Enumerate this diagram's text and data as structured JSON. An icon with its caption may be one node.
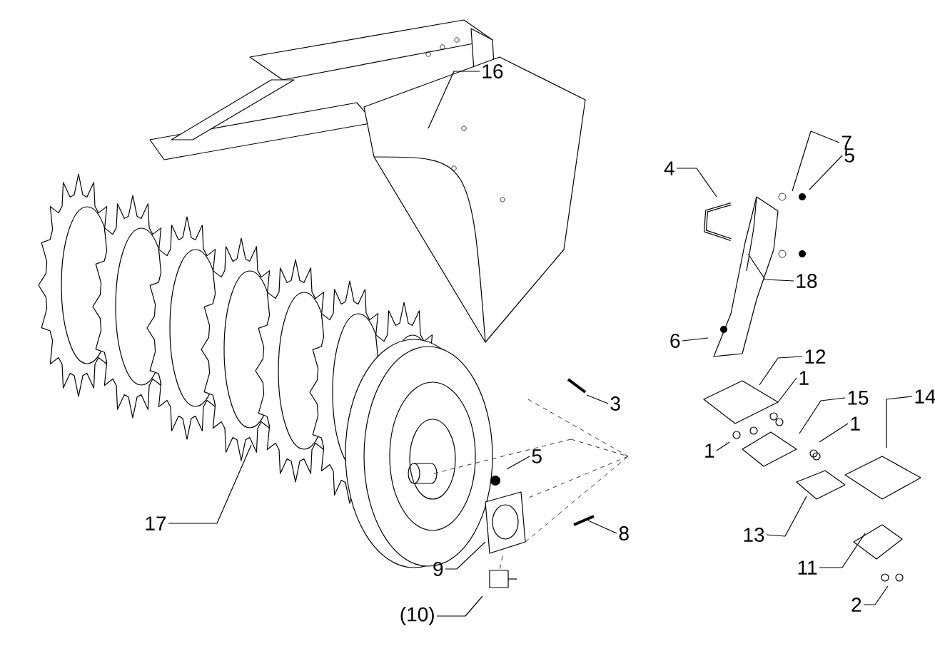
{
  "diagram": {
    "nodes": [
      {
        "text": [
          "16"
        ]
      },
      {
        "text": [
          "7"
        ]
      },
      {
        "text": [
          "4"
        ]
      },
      {
        "text": [
          "5"
        ]
      },
      {
        "text": [
          "18"
        ]
      },
      {
        "text": [
          "6"
        ]
      },
      {
        "text": [
          "12"
        ]
      },
      {
        "text": [
          "1"
        ]
      },
      {
        "text": [
          "15"
        ]
      },
      {
        "text": [
          "14"
        ]
      },
      {
        "text": [
          "1"
        ]
      },
      {
        "text": [
          "1"
        ]
      },
      {
        "text": [
          "3"
        ]
      },
      {
        "text": [
          "5"
        ]
      },
      {
        "text": [
          "17"
        ]
      },
      {
        "text": [
          "8"
        ]
      },
      {
        "text": [
          "13"
        ]
      },
      {
        "text": [
          "9"
        ]
      },
      {
        "text": [
          "11"
        ]
      },
      {
        "text": [
          "(10)"
        ]
      },
      {
        "text": [
          "2"
        ]
      }
    ],
    "edges": [
      {
        "from": 0,
        "to": null,
        "arrow": "none"
      },
      {
        "from": 1,
        "to": null,
        "arrow": "none"
      },
      {
        "from": 2,
        "to": null,
        "arrow": "none"
      },
      {
        "from": 3,
        "to": null,
        "arrow": "none"
      },
      {
        "from": 4,
        "to": null,
        "arrow": "none"
      },
      {
        "from": 5,
        "to": null,
        "arrow": "none"
      },
      {
        "from": 6,
        "to": null,
        "arrow": "none"
      },
      {
        "from": 7,
        "to": null,
        "arrow": "none"
      },
      {
        "from": 8,
        "to": null,
        "arrow": "none"
      },
      {
        "from": 9,
        "to": null,
        "arrow": "none"
      },
      {
        "from": 10,
        "to": null,
        "arrow": "none"
      },
      {
        "from": 11,
        "to": null,
        "arrow": "none"
      },
      {
        "from": 12,
        "to": null,
        "arrow": "none"
      },
      {
        "from": 13,
        "to": null,
        "arrow": "none"
      },
      {
        "from": 14,
        "to": null,
        "arrow": "none"
      },
      {
        "from": 15,
        "to": null,
        "arrow": "none"
      },
      {
        "from": 16,
        "to": null,
        "arrow": "none"
      },
      {
        "from": 17,
        "to": null,
        "arrow": "none"
      },
      {
        "from": 18,
        "to": null,
        "arrow": "none"
      },
      {
        "from": 19,
        "to": null,
        "arrow": "none"
      },
      {
        "from": 20,
        "to": null,
        "arrow": "none"
      }
    ]
  }
}
